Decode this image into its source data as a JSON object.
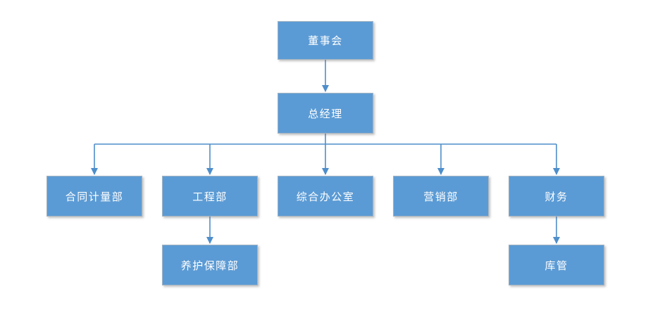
{
  "diagram": {
    "type": "org-chart",
    "nodes": [
      {
        "id": "board",
        "label": "董事会",
        "level": 1,
        "parent": null
      },
      {
        "id": "gm",
        "label": "总经理",
        "level": 2,
        "parent": "board"
      },
      {
        "id": "contract",
        "label": "合同计量部",
        "level": 3,
        "parent": "gm"
      },
      {
        "id": "engineering",
        "label": "工程部",
        "level": 3,
        "parent": "gm"
      },
      {
        "id": "office",
        "label": "综合办公室",
        "level": 3,
        "parent": "gm"
      },
      {
        "id": "marketing",
        "label": "营销部",
        "level": 3,
        "parent": "gm"
      },
      {
        "id": "finance",
        "label": "财务",
        "level": 3,
        "parent": "gm"
      },
      {
        "id": "maintenance",
        "label": "养护保障部",
        "level": 4,
        "parent": "engineering"
      },
      {
        "id": "warehouse",
        "label": "库管",
        "level": 4,
        "parent": "finance"
      }
    ],
    "colors": {
      "box_fill": "#5B9BD5",
      "box_text": "#FFFFFF",
      "connector": "#4E8ECB",
      "background": "#FFFFFF"
    }
  }
}
